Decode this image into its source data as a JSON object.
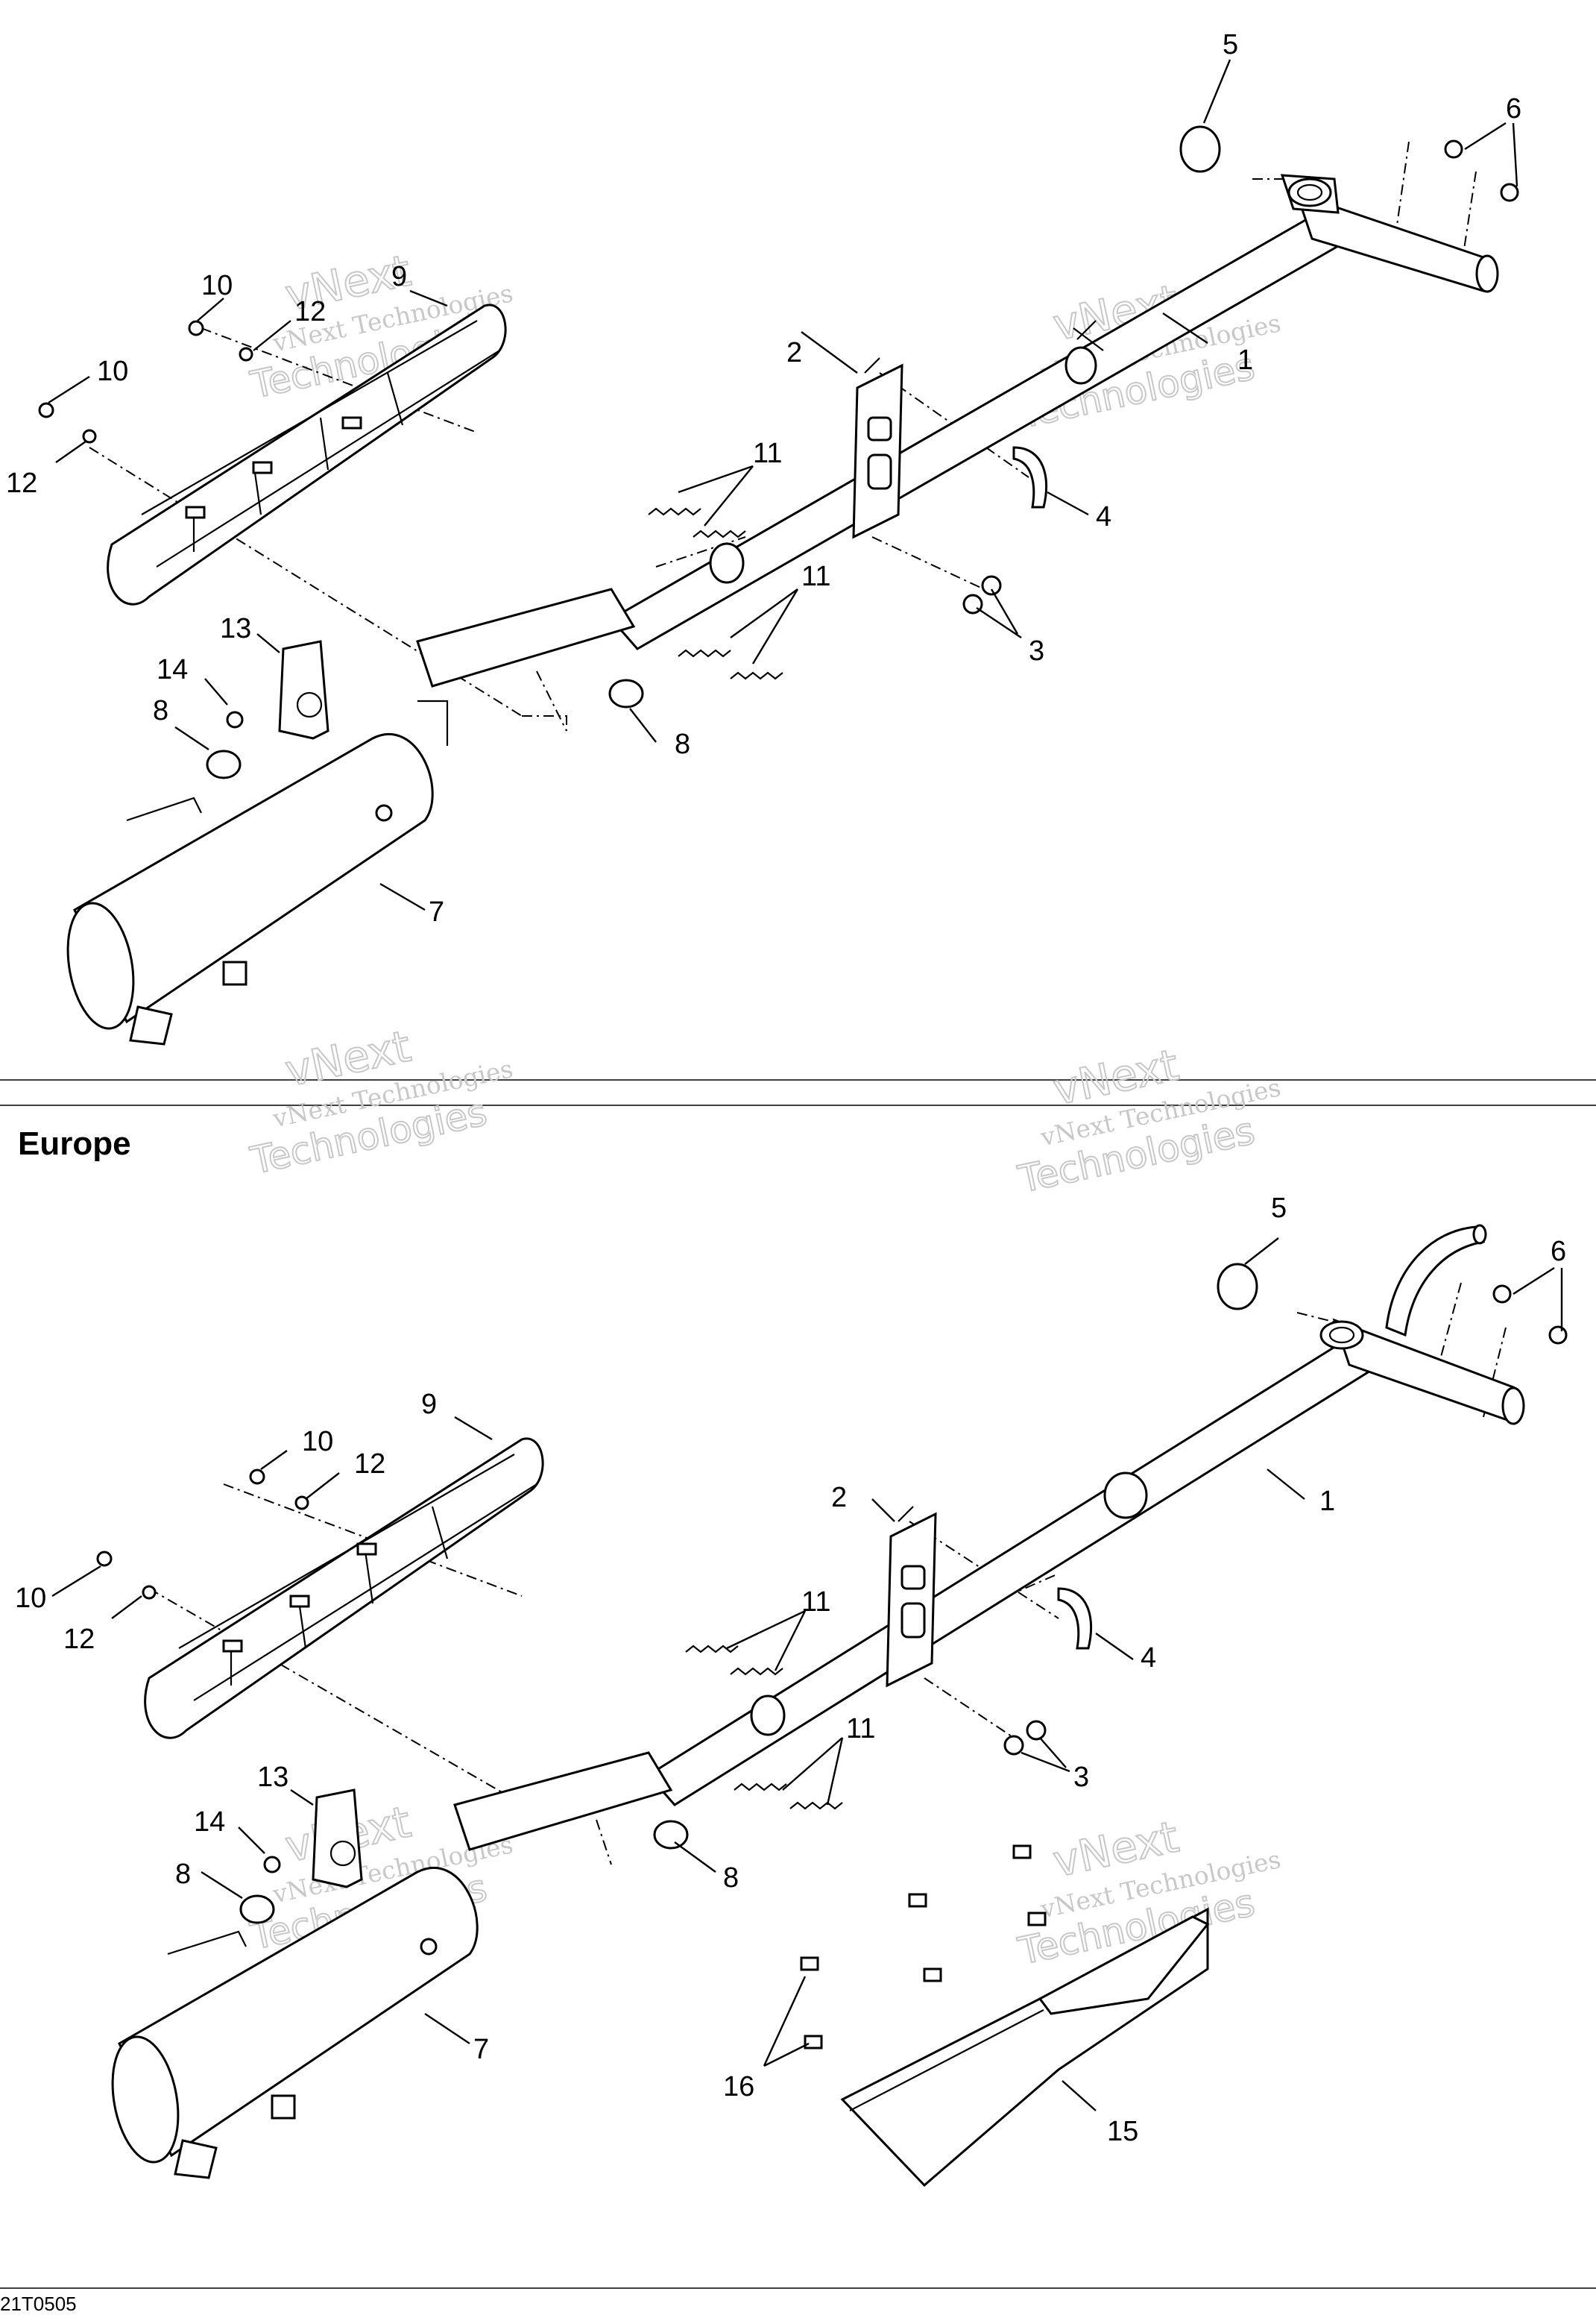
{
  "section_europe": {
    "title": "Europe"
  },
  "figure_id": "21T0505",
  "watermark": {
    "line1": "vNext",
    "line2": "vNext Technologies",
    "line3": "Technologies"
  },
  "callouts_top": [
    "1",
    "2",
    "3",
    "4",
    "5",
    "6",
    "7",
    "8",
    "8",
    "9",
    "10",
    "10",
    "11",
    "11",
    "12",
    "12",
    "13",
    "14"
  ],
  "callouts_bottom": [
    "1",
    "2",
    "3",
    "4",
    "5",
    "6",
    "7",
    "8",
    "8",
    "9",
    "10",
    "10",
    "11",
    "11",
    "12",
    "12",
    "13",
    "14",
    "15",
    "16"
  ]
}
